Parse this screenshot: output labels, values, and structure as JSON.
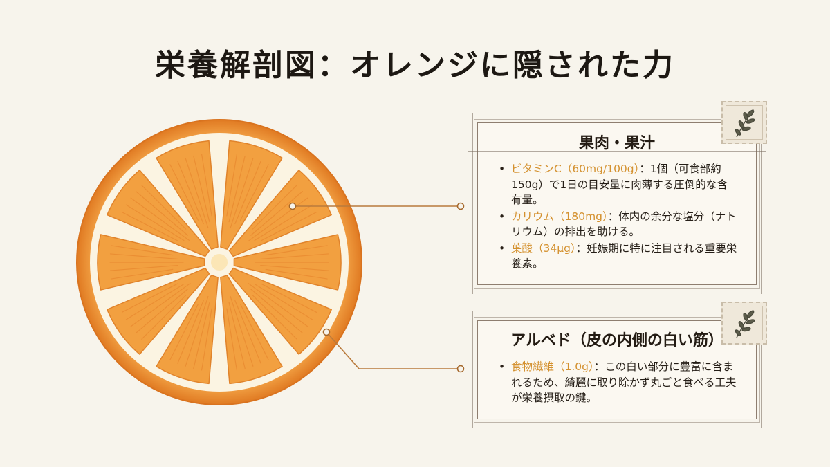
{
  "title": "栄養解剖図：オレンジに隠された力",
  "colors": {
    "background": "#f7f4ec",
    "peel": "#e9862a",
    "segment": "#f09a3a",
    "pith": "#fbf4e2",
    "accent_text": "#d4912f",
    "connector": "#b97a3c"
  },
  "cards": [
    {
      "heading": "果肉・果汁",
      "items": [
        {
          "key": "ビタミンC（60mg/100g）",
          "text": "：1個（可食部約150g）で1日の目安量に肉薄する圧倒的な含有量。"
        },
        {
          "key": "カリウム（180mg）",
          "text": "：体内の余分な塩分（ナトリウム）の排出を助ける。"
        },
        {
          "key": "葉酸（34μg）",
          "text": "：妊娠期に特に注目される重要栄養素。"
        }
      ],
      "stamp_icon": "leaf-sprig-icon"
    },
    {
      "heading": "アルベド（皮の内側の白い筋）",
      "items": [
        {
          "key": "食物繊維（1.0g）",
          "text": "：この白い部分に豊富に含まれるため、綺麗に取り除かず丸ごと食べる工夫が栄養摂取の鍵。"
        }
      ],
      "stamp_icon": "leaf-sprig-icon"
    }
  ]
}
